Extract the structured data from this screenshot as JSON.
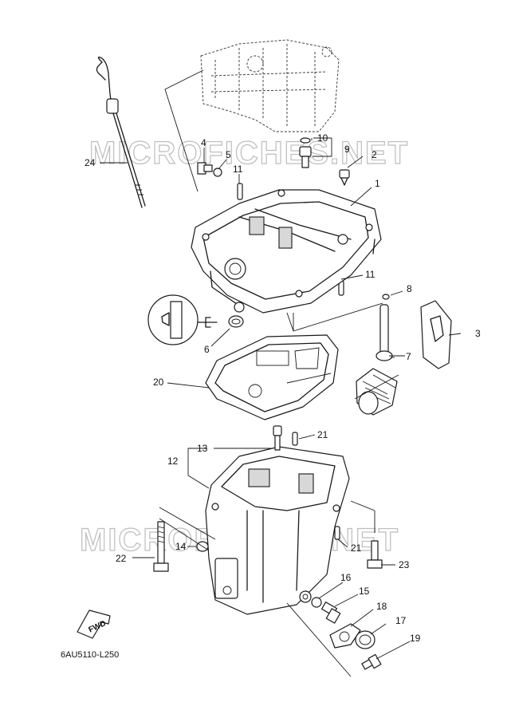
{
  "watermark": "MICROFICHES.NET",
  "diagram_code": "6AU5110-L250",
  "fwd_label": "FWD",
  "callouts": {
    "c1": "1",
    "c2": "2",
    "c3": "3",
    "c4": "4",
    "c5": "5",
    "c6": "6",
    "c7": "7",
    "c8": "8",
    "c9": "9",
    "c10": "10",
    "c11a": "11",
    "c11b": "11",
    "c12": "12",
    "c13": "13",
    "c14": "14",
    "c15": "15",
    "c16": "16",
    "c17": "17",
    "c18": "18",
    "c19": "19",
    "c20": "20",
    "c21a": "21",
    "c21b": "21",
    "c22": "22",
    "c23": "23",
    "c24": "24"
  }
}
